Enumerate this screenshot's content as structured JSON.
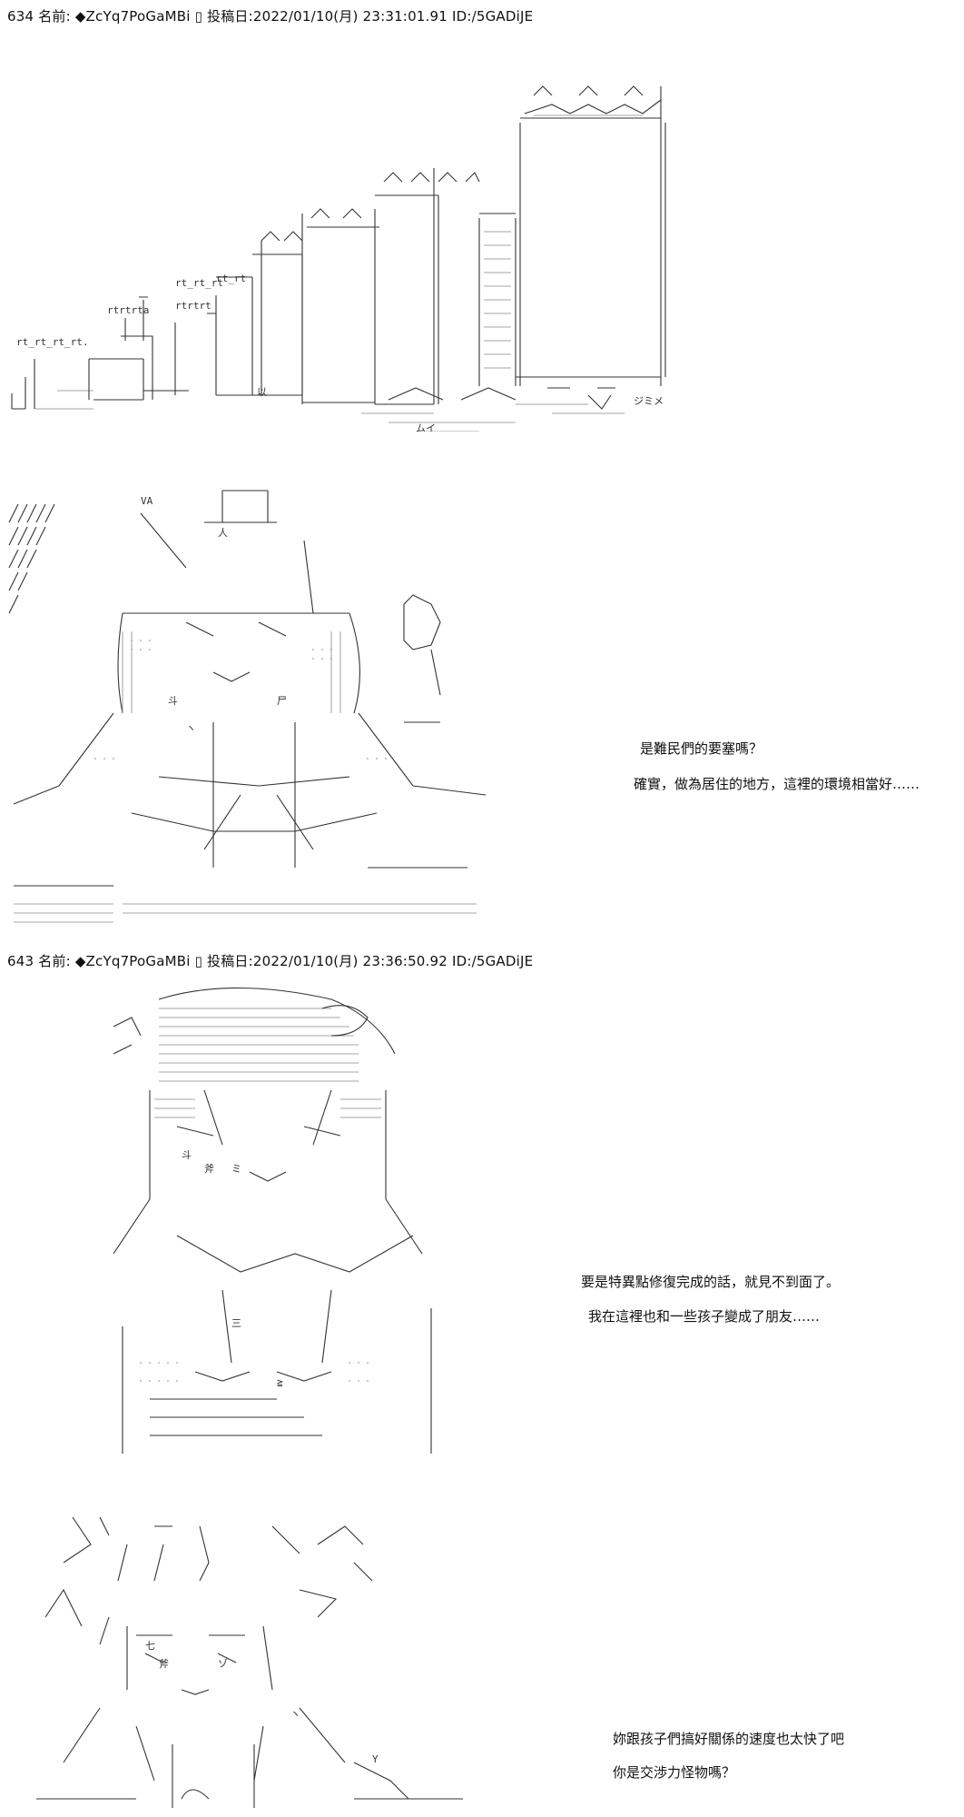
{
  "posts": [
    {
      "header": "634 名前: ◆ZcYq7PoGaMBi ▯ 投稿日:2022/01/10(月) 23:31:01.91 ID:/5GADiJE",
      "lines": [
        "是難民們的要塞嗎？",
        "確實，做為居住的地方，這裡的環境相當好……"
      ]
    },
    {
      "header": "643 名前: ◆ZcYq7PoGaMBi ▯ 投稿日:2022/01/10(月) 23:36:50.92 ID:/5GADiJE",
      "lines": [
        "要是特異點修復完成的話，就見不到面了。",
        "我在這裡也和一些孩子變成了朋友……",
        "妳跟孩子們搞好關係的速度也太快了吧",
        "你是交渉力怪物嗎？"
      ]
    }
  ],
  "art": {
    "castle_labels": [
      "rt_rt_rt",
      "rt_rt",
      "rtrtrt",
      "rtrtrta",
      "rt_rt_rt_rt.",
      "以",
      "ムイ",
      "ジミメ"
    ],
    "tamamo_labels": [
      "VA",
      "人",
      "斗",
      "尸",
      "ヽ"
    ],
    "girl_labels": [
      "斗",
      "斧",
      "ミ",
      "≧",
      "三"
    ],
    "boy_labels": [
      "七",
      "斧",
      "ゾ",
      "ヽ",
      "Y"
    ]
  }
}
